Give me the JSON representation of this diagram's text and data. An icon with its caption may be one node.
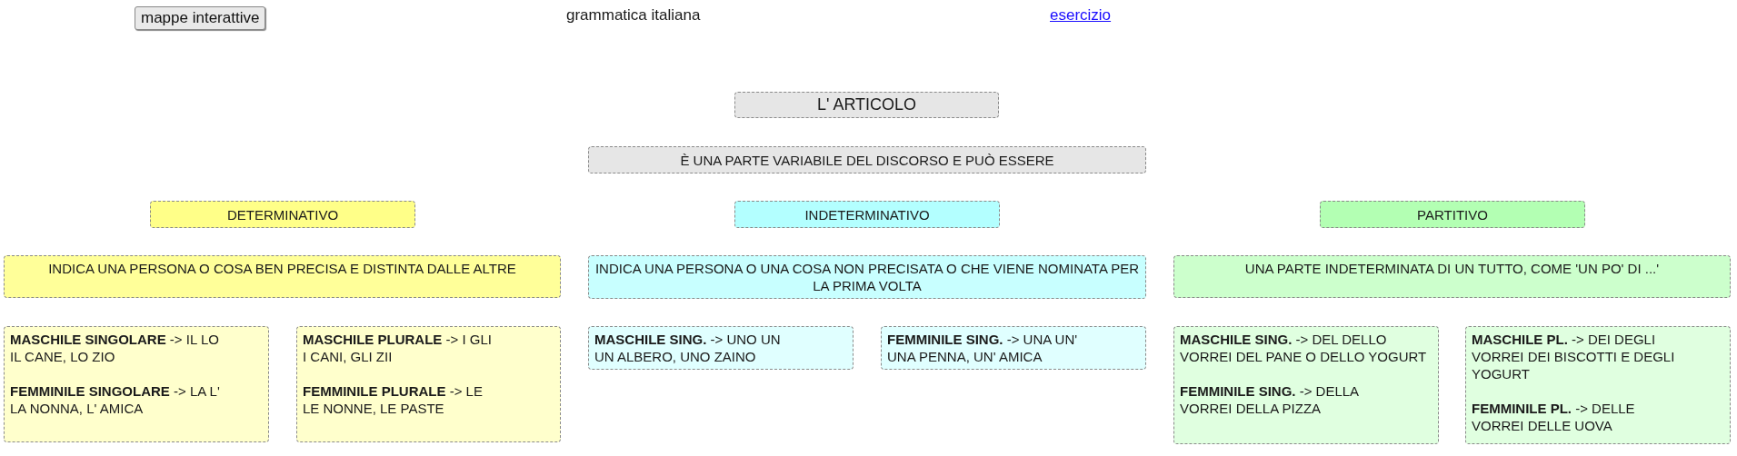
{
  "diagram": {
    "nodes": [
      {
        "text": [
          "L' ARTICOLO"
        ]
      },
      {
        "text": [
          "È UNA PARTE VARIABILE DEL DISCORSO E PUÒ ESSERE"
        ]
      },
      {
        "text": [
          "DETERMINATIVO"
        ]
      },
      {
        "text": [
          "INDETERMINATIVO"
        ]
      },
      {
        "text": [
          "PARTITIVO"
        ]
      },
      {
        "text": [
          "INDICA UNA PERSONA O COSA BEN PRECISA E DISTINTA DALLE ALTRE"
        ]
      },
      {
        "text": [
          "INDICA UNA PERSONA O UNA COSA NON PRECISATA O CHE VIENE NOMINATA PER LA PRIMA VOLTA"
        ]
      },
      {
        "text": [
          "UNA PARTE INDETERMINATA DI UN TUTTO, COME 'UN PO' DI ...'"
        ]
      },
      {
        "text": [
          "**MASCHILE SINGOLARE** -> IL LO",
          "IL CANE, LO ZIO",
          "**FEMMINILE SINGOLARE** -> LA L'",
          "LA NONNA, L' AMICA"
        ]
      },
      {
        "text": [
          "**MASCHILE PLURALE** -> I GLI",
          "I CANI, GLI ZII",
          "**FEMMINILE PLURALE** -> LE",
          "LE NONNE, LE PASTE"
        ]
      },
      {
        "text": [
          "**MASCHILE SING.** -> UNO UN",
          "UN ALBERO, UNO ZAINO"
        ]
      },
      {
        "text": [
          "**FEMMINILE SING.** -> UNA UN'",
          "UNA PENNA, UN' AMICA"
        ]
      },
      {
        "text": [
          "**MASCHILE SING.** -> DEL DELLO",
          "VORREI DEL PANE O DELLO YOGURT",
          "**FEMMINILE SING.** -> DELLA",
          "VORREI DELLA PIZZA"
        ]
      },
      {
        "text": [
          "**MASCHILE PL.** -> DEI DEGLI",
          "VORREI DEI BISCOTTI E DEGLI YOGURT",
          "**FEMMINILE PL.** -> DELLE",
          "VORREI DELLE UOVA"
        ]
      }
    ],
    "labels": [
      "mappe interattive",
      "grammatica italiana",
      "esercizio"
    ]
  }
}
